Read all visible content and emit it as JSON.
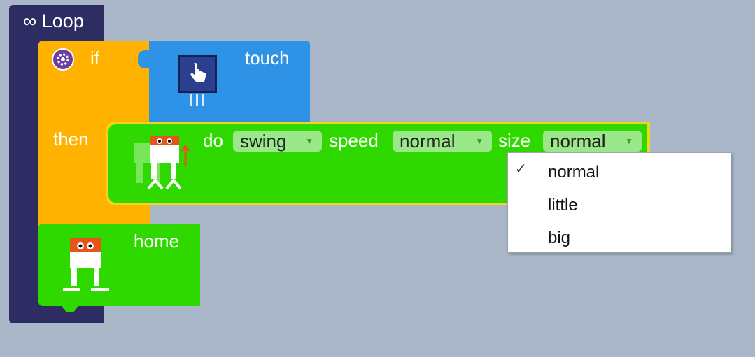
{
  "loop_block": {
    "symbol": "∞",
    "label": "Loop",
    "color": "#2e2d63"
  },
  "if_block": {
    "if_label": "if",
    "then_label": "then",
    "color": "#ffb300",
    "icon": "gear-icon"
  },
  "touch_block": {
    "label": "touch",
    "color": "#2e92e6",
    "icon": "touch-sensor-icon"
  },
  "do_block": {
    "do_label": "do",
    "move_value": "swing",
    "speed_label": "speed",
    "speed_value": "normal",
    "size_label": "size",
    "size_value": "normal",
    "color": "#2fd900",
    "icon": "robot-icon"
  },
  "home_block": {
    "label": "home",
    "color": "#2fd900",
    "icon": "robot-icon"
  },
  "size_menu": {
    "items": [
      {
        "label": "normal",
        "checked": true,
        "check_mark": "✓"
      },
      {
        "label": "little",
        "checked": false,
        "check_mark": ""
      },
      {
        "label": "big",
        "checked": false,
        "check_mark": ""
      }
    ]
  }
}
